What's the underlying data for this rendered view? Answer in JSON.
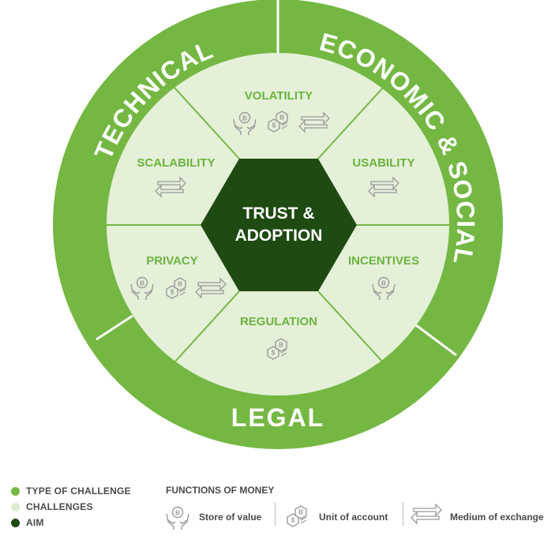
{
  "colors": {
    "outer_ring": "#74b843",
    "ring_divider": "#ffffff",
    "challenges_fill": "#e5f0d9",
    "challenge_text": "#6cb33f",
    "aim_fill": "#1f4a12",
    "aim_text": "#ffffff",
    "icon_stroke": "#9a9a9a",
    "legend_text": "#4a4a4a"
  },
  "ring_labels": {
    "technical": "TECHNICAL",
    "economic_social": "ECONOMIC & SOCIAL",
    "legal": "LEGAL"
  },
  "challenges": {
    "volatility": "VOLATILITY",
    "usability": "USABILITY",
    "incentives": "INCENTIVES",
    "regulation": "REGULATION",
    "privacy": "PRIVACY",
    "scalability": "SCALABILITY"
  },
  "aim": {
    "line1": "TRUST &",
    "line2": "ADOPTION"
  },
  "challenge_icons": {
    "volatility": [
      "hands-coin-icon",
      "coins-stack-icon",
      "exchange-arrows-icon"
    ],
    "usability": [
      "exchange-arrows-icon"
    ],
    "incentives": [
      "hands-coin-icon"
    ],
    "regulation": [
      "coins-stack-icon"
    ],
    "privacy": [
      "hands-coin-icon",
      "coins-stack-icon",
      "exchange-arrows-icon"
    ],
    "scalability": [
      "exchange-arrows-icon"
    ]
  },
  "legend": {
    "type_of_challenge": "TYPE OF CHALLENGE",
    "challenges": "CHALLENGES",
    "aim": "AIM",
    "functions_title": "FUNCTIONS OF MONEY",
    "store_of_value": "Store of value",
    "unit_of_account": "Unit of account",
    "medium_of_exchange": "Medium of exchange"
  }
}
